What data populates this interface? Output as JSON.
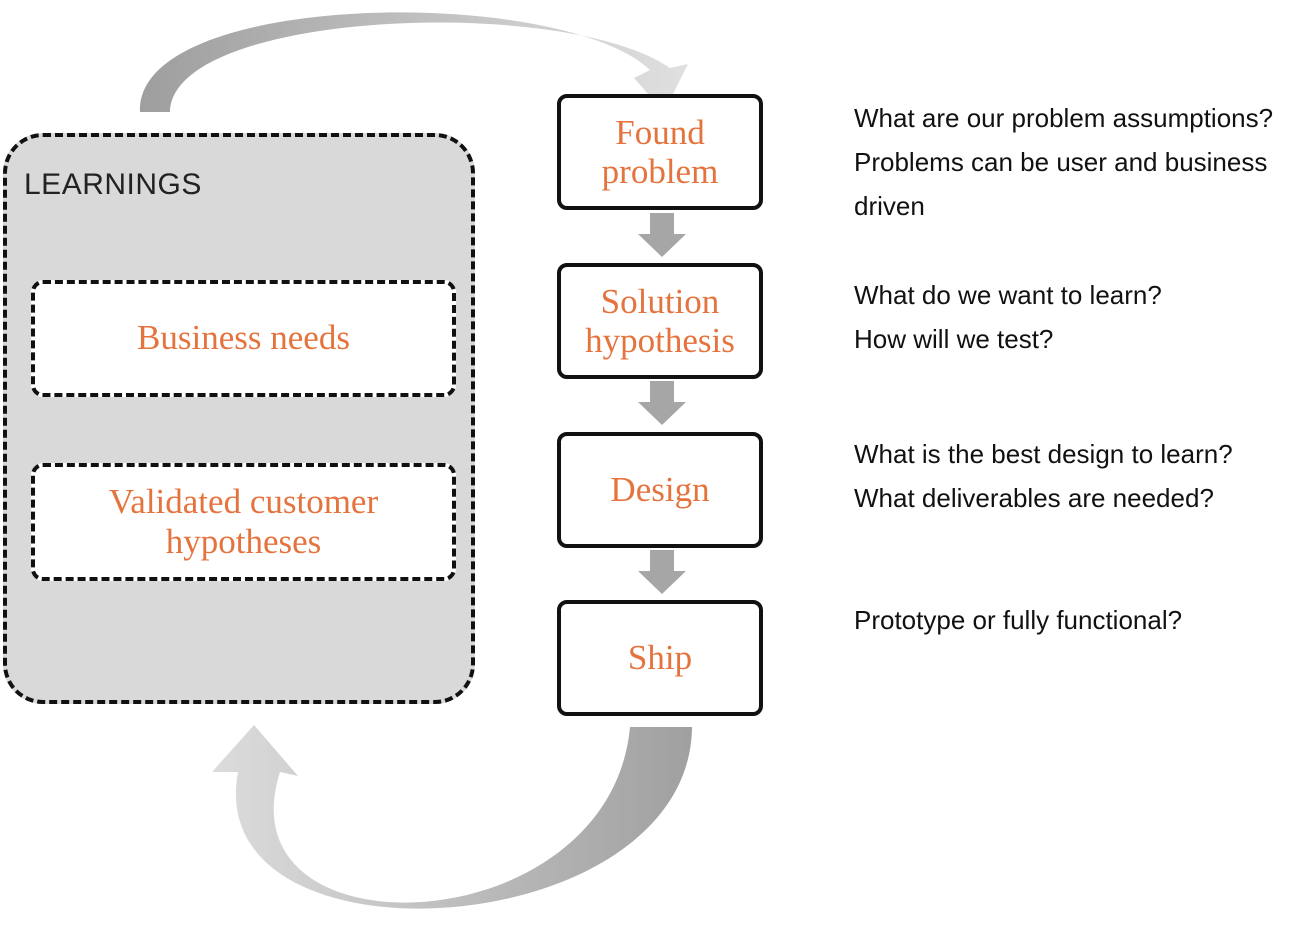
{
  "learnings": {
    "title": "LEARNINGS",
    "items": [
      "Business needs",
      "Validated customer hypotheses"
    ]
  },
  "steps": [
    "Found problem",
    "Solution hypothesis",
    "Design",
    "Ship"
  ],
  "questions": [
    {
      "lines": [
        "What are our problem assumptions?",
        "Problems can be user and business",
        "driven"
      ]
    },
    {
      "lines": [
        "What do we want to learn?",
        "How will we test?"
      ]
    },
    {
      "lines": [
        "What is the best design to learn?",
        "What deliverables are needed?"
      ]
    },
    {
      "lines": [
        "Prototype or fully functional?"
      ]
    }
  ],
  "colors": {
    "accent": "#e5733e",
    "panel": "#d9d9d9",
    "arrow": "#a6a6a6"
  }
}
